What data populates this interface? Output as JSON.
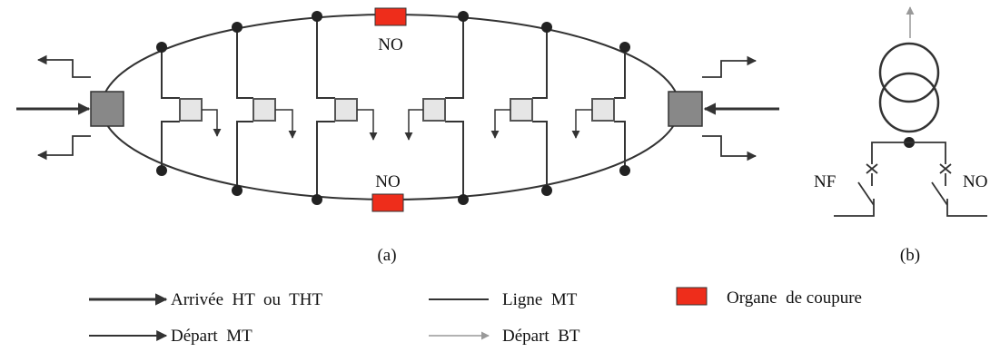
{
  "diagram": {
    "labels": {
      "no_top": "NO",
      "no_bottom": "NO",
      "nf": "NF",
      "no_right": "NO",
      "caption_a": "(a)",
      "caption_b": "(b)"
    },
    "legend": {
      "arrivee": "Arrivée  HT  ou  THT",
      "depart_mt": "Départ  MT",
      "ligne_mt": "Ligne  MT",
      "depart_bt": "Départ  BT",
      "organe": "Organe  de coupure"
    },
    "colors": {
      "line": "#333333",
      "dot": "#222222",
      "organe_fill": "#ee2d1b",
      "source_fill": "#888888",
      "substation_fill": "#e6e6e6"
    }
  }
}
